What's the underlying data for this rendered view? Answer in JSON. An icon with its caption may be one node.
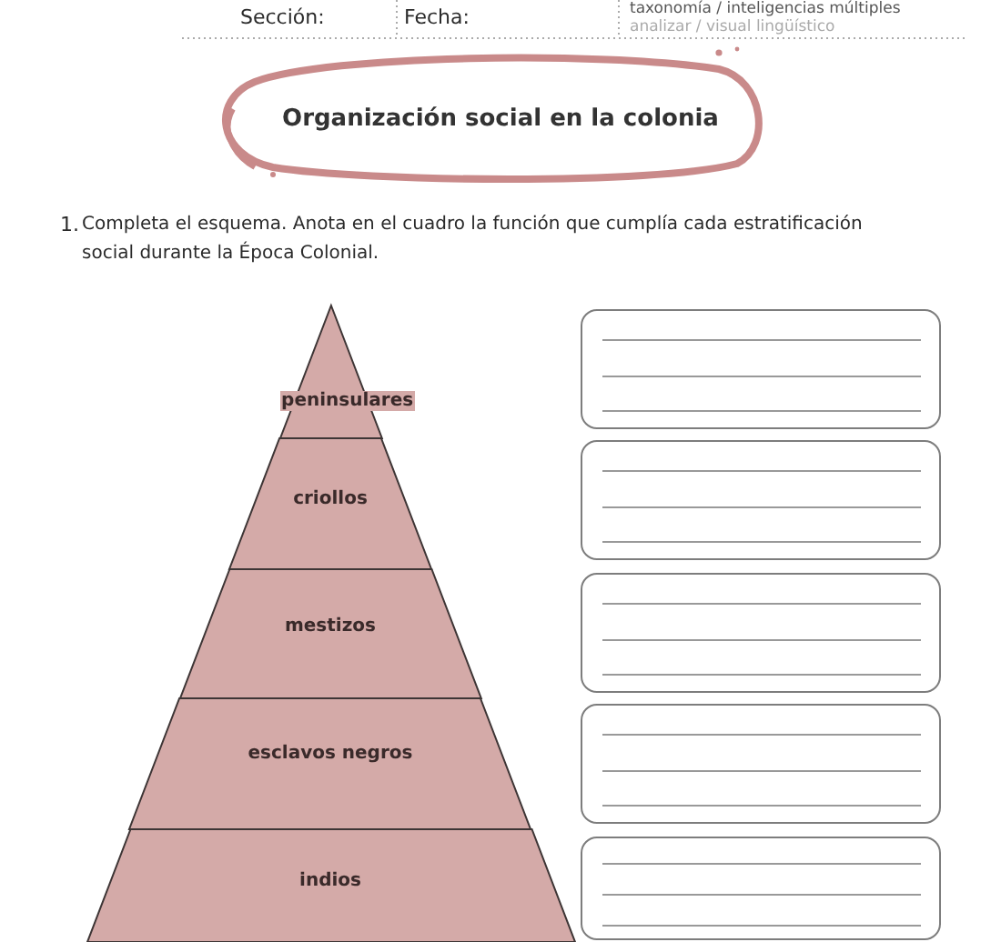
{
  "diagram": {
    "title": "Organización social en la colonia",
    "nodes": [
      {
        "text": [
          "peninsulares"
        ]
      },
      {
        "text": [
          "criollos"
        ]
      },
      {
        "text": [
          "mestizos"
        ]
      },
      {
        "text": [
          "esclavos negros"
        ]
      },
      {
        "text": [
          "indios"
        ]
      },
      {
        "text": [],
        "shape": "box"
      },
      {
        "text": [],
        "shape": "box"
      },
      {
        "text": [],
        "shape": "box"
      },
      {
        "text": [],
        "shape": "box"
      },
      {
        "text": [],
        "shape": "box"
      }
    ],
    "labels": [
      "Sección:",
      "Fecha:",
      "taxonomía / inteligencias múltiples",
      "analizar / visual lingüístico",
      "1.",
      "Completa el esquema. Anota en el cuadro la  función que cumplía cada estratificación social durante la Época Colonial."
    ]
  }
}
